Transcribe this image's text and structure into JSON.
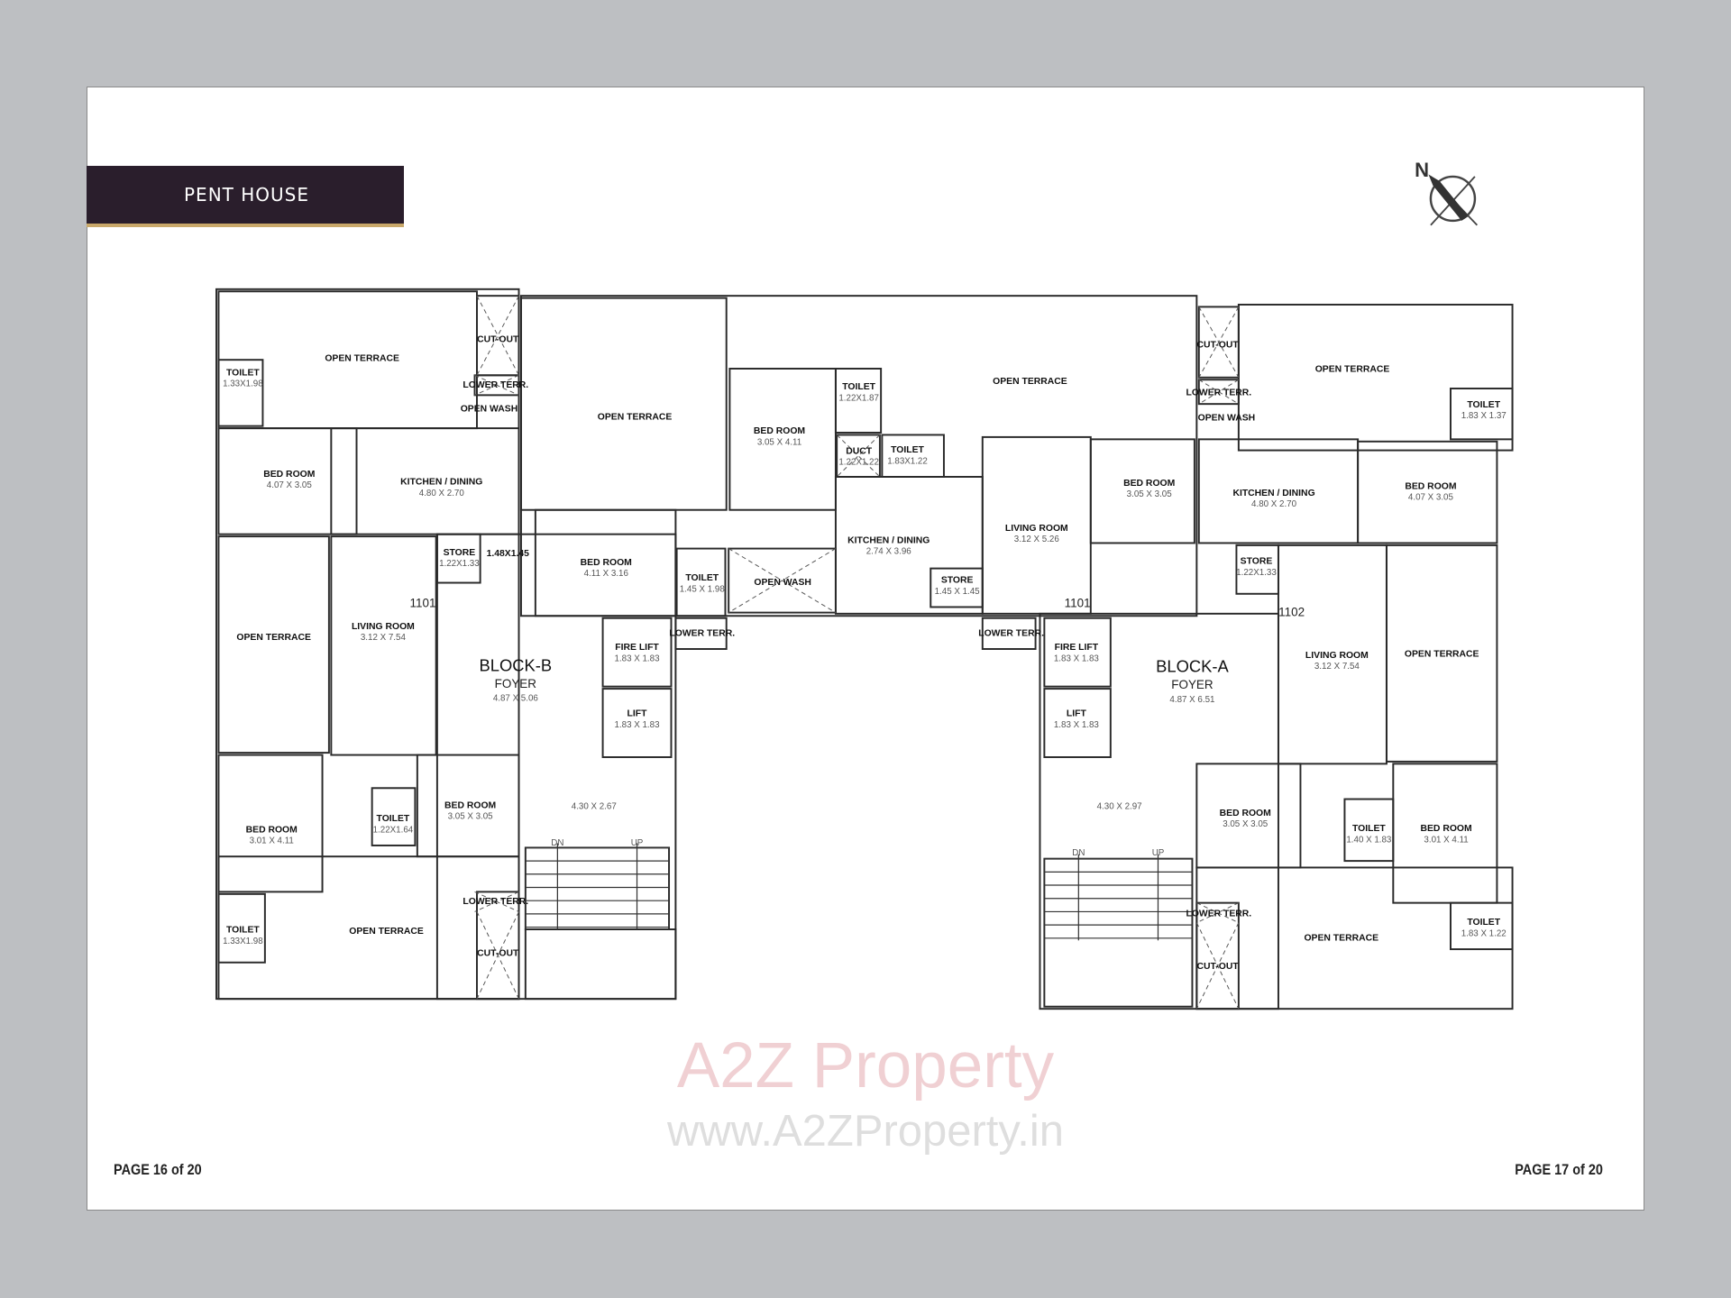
{
  "header": {
    "title": "PENT HOUSE"
  },
  "footer": {
    "left_page": "PAGE 16 of 20",
    "right_page": "PAGE 17 of 20"
  },
  "compass": {
    "label": "N",
    "icon": "north-arrow-icon"
  },
  "watermark": {
    "logo": "A2Z Property",
    "url": "www.A2ZProperty.in"
  },
  "colors": {
    "title_bar": "#2a1e2c",
    "title_accent": "#c9a86a",
    "background": "#bdbfc2"
  },
  "rooms": [
    {
      "name": "OPEN TERRACE"
    },
    {
      "name": "TOILET",
      "dim": "1.33X1.98"
    },
    {
      "name": "CUT-OUT"
    },
    {
      "name": "LOWER TERR."
    },
    {
      "name": "OPEN WASH"
    },
    {
      "name": "BED ROOM",
      "dim": "4.07 X 3.05"
    },
    {
      "name": "KITCHEN / DINING",
      "dim": "4.80 X 2.70"
    },
    {
      "name": "STORE",
      "dim": "1.22X1.33"
    },
    {
      "name": "1.48X1.45"
    },
    {
      "name": "OPEN TERRACE"
    },
    {
      "name": "LIVING ROOM",
      "dim": "3.12 X 7.54"
    },
    {
      "name": "1101",
      "kind": "door"
    },
    {
      "name": "BLOCK-B",
      "sub": "FOYER",
      "dim": "4.87 X 5.06",
      "kind": "block"
    },
    {
      "name": "FIRE LIFT",
      "dim": "1.83 X 1.83"
    },
    {
      "name": "LIFT",
      "dim": "1.83 X 1.83"
    },
    {
      "name": "4.30 X 2.67",
      "kind": "plain"
    },
    {
      "name": "DN",
      "kind": "plain"
    },
    {
      "name": "UP",
      "kind": "plain"
    },
    {
      "name": "BED ROOM",
      "dim": "3.01 X 4.11"
    },
    {
      "name": "TOILET",
      "dim": "1.22X1.64"
    },
    {
      "name": "BED ROOM",
      "dim": "3.05 X 3.05"
    },
    {
      "name": "TOILET",
      "dim": "1.33X1.98"
    },
    {
      "name": "OPEN TERRACE"
    },
    {
      "name": "LOWER TERR."
    },
    {
      "name": "CUT-OUT"
    },
    {
      "name": "OPEN TERRACE"
    },
    {
      "name": "BED ROOM",
      "dim": "3.05 X 4.11"
    },
    {
      "name": "TOILET",
      "dim": "1.22X1.87"
    },
    {
      "name": "DUCT",
      "dim": "1.22X1.22"
    },
    {
      "name": "TOILET",
      "dim": "1.83X1.22"
    },
    {
      "name": "OPEN TERRACE"
    },
    {
      "name": "BED ROOM",
      "dim": "4.11 X 3.16"
    },
    {
      "name": "TOILET",
      "dim": "1.45 X 1.98"
    },
    {
      "name": "OPEN WASH"
    },
    {
      "name": "KITCHEN / DINING",
      "dim": "2.74 X 3.96"
    },
    {
      "name": "STORE",
      "dim": "1.45 X 1.45"
    },
    {
      "name": "LIVING ROOM",
      "dim": "3.12 X 5.26"
    },
    {
      "name": "BED ROOM",
      "dim": "3.05 X 3.05"
    },
    {
      "name": "1101",
      "kind": "door"
    },
    {
      "name": "LOWER TERR."
    },
    {
      "name": "LOWER TERR."
    },
    {
      "name": "CUT-OUT"
    },
    {
      "name": "LOWER TERR."
    },
    {
      "name": "OPEN WASH"
    },
    {
      "name": "OPEN TERRACE"
    },
    {
      "name": "TOILET",
      "dim": "1.83 X 1.37"
    },
    {
      "name": "KITCHEN / DINING",
      "dim": "4.80 X 2.70"
    },
    {
      "name": "BED ROOM",
      "dim": "4.07 X 3.05"
    },
    {
      "name": "STORE",
      "dim": "1.22X1.33"
    },
    {
      "name": "1102",
      "kind": "door"
    },
    {
      "name": "LIVING ROOM",
      "dim": "3.12 X 7.54"
    },
    {
      "name": "OPEN TERRACE"
    },
    {
      "name": "BLOCK-A",
      "sub": "FOYER",
      "dim": "4.87 X 6.51",
      "kind": "block"
    },
    {
      "name": "FIRE LIFT",
      "dim": "1.83 X 1.83"
    },
    {
      "name": "LIFT",
      "dim": "1.83 X 1.83"
    },
    {
      "name": "4.30 X 2.97",
      "kind": "plain"
    },
    {
      "name": "DN",
      "kind": "plain"
    },
    {
      "name": "UP",
      "kind": "plain"
    },
    {
      "name": "BED ROOM",
      "dim": "3.05 X 3.05"
    },
    {
      "name": "TOILET",
      "dim": "1.40 X 1.83"
    },
    {
      "name": "BED ROOM",
      "dim": "3.01 X 4.11"
    },
    {
      "name": "TOILET",
      "dim": "1.83 X 1.22"
    },
    {
      "name": "OPEN TERRACE"
    },
    {
      "name": "LOWER TERR."
    },
    {
      "name": "CUT-OUT"
    }
  ]
}
